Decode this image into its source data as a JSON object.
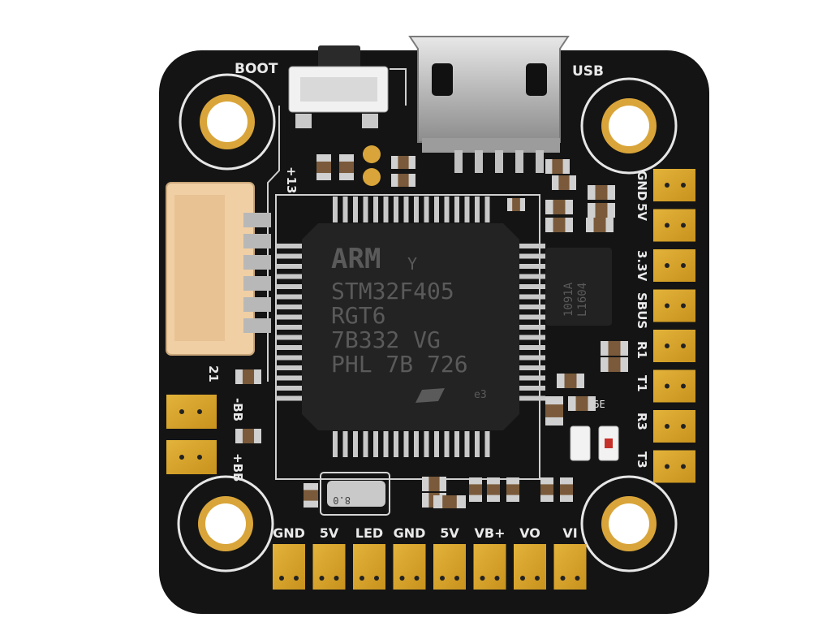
{
  "board": {
    "labels": {
      "boot": "BOOT",
      "usb": "USB",
      "plus13": "+13",
      "gnd_right": "GND",
      "v5_right": "5V",
      "v33": "3.3V",
      "sbus": "SBUS",
      "r1": "R1",
      "t1": "T1",
      "r3": "R3",
      "t3": "T3",
      "pin21": "21",
      "bb_minus": "-BB",
      "bb_plus": "+BB"
    },
    "bottom_labels": [
      "GND",
      "5V",
      "LED",
      "GND",
      "5V",
      "VB+",
      "VO",
      "VI"
    ],
    "mcu": {
      "brand": "ARM",
      "suffix": "Y",
      "lines": [
        "STM32F405",
        "RGT6",
        "7B332 VG",
        "PHL 7B 726"
      ],
      "code": "e3"
    },
    "small_ic": [
      "L1604",
      "1091A"
    ],
    "crystal_text": "8.0",
    "led_code": "16E",
    "colors": {
      "pcb": "#141414",
      "pad_gold": "#d7a227",
      "silkscreen": "#e9e9e9",
      "connector": "#f0cfa4",
      "chip": "#232323"
    }
  }
}
